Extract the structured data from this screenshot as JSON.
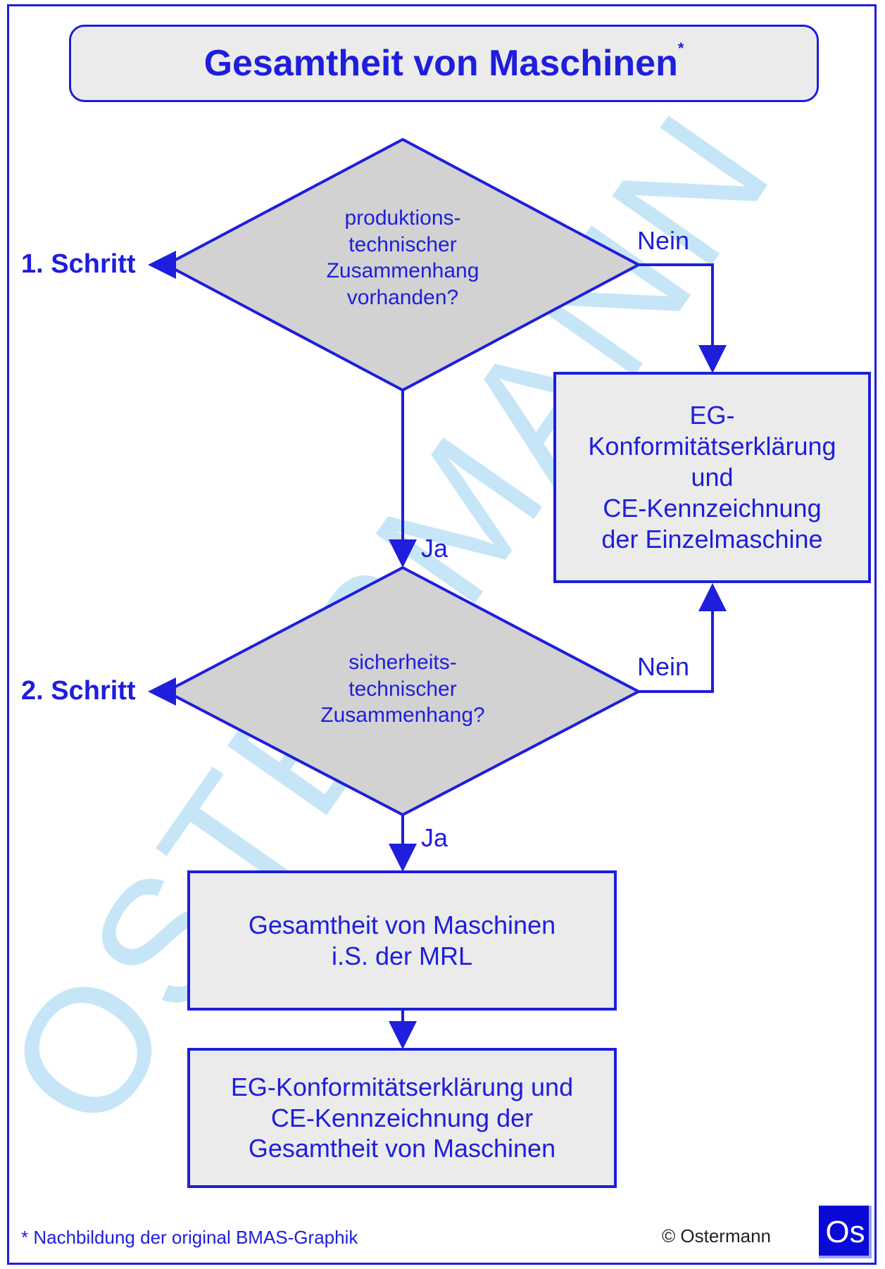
{
  "title": "Gesamtheit von Maschinen",
  "title_marker": "*",
  "watermark": "OSTERMANN",
  "steps": {
    "step1": "1. Schritt",
    "step2": "2. Schritt"
  },
  "decisions": {
    "d1": "produktions-\ntechnischer\nZusammenhang\nvorhanden?",
    "d2": "sicherheits-\ntechnischer\nZusammenhang?"
  },
  "edge_labels": {
    "nein1": "Nein",
    "ja1": "Ja",
    "nein2": "Nein",
    "ja2": "Ja"
  },
  "boxes": {
    "einzel": "EG-\nKonformitätserklärung\nund\nCE-Kennzeichnung\nder Einzelmaschine",
    "mrl": "Gesamtheit von Maschinen\ni.S. der MRL",
    "final": "EG-Konformitätserklärung und\nCE-Kennzeichnung der\nGesamtheit von Maschinen"
  },
  "footnote": "* Nachbildung der original BMAS-Graphik",
  "copyright": "© Ostermann",
  "logo": "Os",
  "colors": {
    "accent": "#1e1edc",
    "fill": "#ebebeb",
    "watermark": "#a8d8f4",
    "logo_bg": "#0a0ad6"
  }
}
